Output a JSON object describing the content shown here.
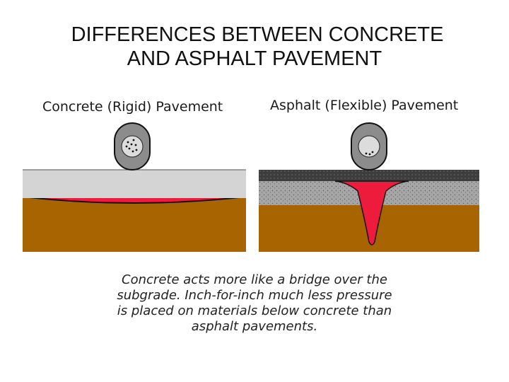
{
  "title": {
    "line1": "DIFFERENCES BETWEEN CONCRETE",
    "line2": "AND ASPHALT PAVEMENT"
  },
  "panels": {
    "left_label": "Concrete (Rigid) Pavement",
    "right_label": "Asphalt (Flexible) Pavement"
  },
  "caption": {
    "line1": "Concrete acts more like a bridge over the",
    "line2": "subgrade.  Inch-for-inch much less pressure",
    "line3": "is placed on materials below concrete than",
    "line4": "asphalt pavements."
  },
  "colors": {
    "concrete_slab": "#d4d4d4",
    "subgrade": "#a86400",
    "pressure": "#ee1c3c",
    "base_layer": "#a6a6a6",
    "asphalt_surface": "#3d3d3d",
    "tire_rim": "#8c8c8c"
  },
  "icons": [
    "tire-icon-left",
    "tire-icon-right"
  ]
}
